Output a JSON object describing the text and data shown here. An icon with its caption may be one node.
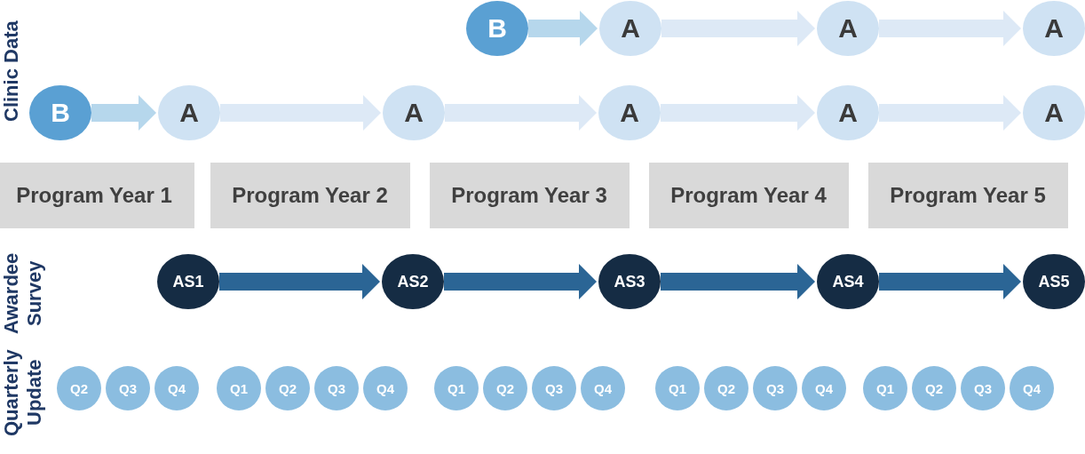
{
  "diagram": {
    "nodes": [
      {
        "text": [
          "B"
        ]
      },
      {
        "text": [
          "A"
        ]
      },
      {
        "text": [
          "A"
        ]
      },
      {
        "text": [
          "A"
        ]
      },
      {
        "text": [
          "B"
        ]
      },
      {
        "text": [
          "A"
        ]
      },
      {
        "text": [
          "A"
        ]
      },
      {
        "text": [
          "A"
        ]
      },
      {
        "text": [
          "A"
        ]
      },
      {
        "text": [
          "A"
        ]
      },
      {
        "text": [
          "Program Year 1"
        ]
      },
      {
        "text": [
          "Program Year 2"
        ]
      },
      {
        "text": [
          "Program Year 3"
        ]
      },
      {
        "text": [
          "Program Year 4"
        ]
      },
      {
        "text": [
          "Program Year 5"
        ]
      },
      {
        "text": [
          "AS1"
        ]
      },
      {
        "text": [
          "AS2"
        ]
      },
      {
        "text": [
          "AS3"
        ]
      },
      {
        "text": [
          "AS4"
        ]
      },
      {
        "text": [
          "AS5"
        ]
      },
      {
        "text": [
          "Q2"
        ]
      },
      {
        "text": [
          "Q3"
        ]
      },
      {
        "text": [
          "Q4"
        ]
      },
      {
        "text": [
          "Q1"
        ]
      },
      {
        "text": [
          "Q2"
        ]
      },
      {
        "text": [
          "Q3"
        ]
      },
      {
        "text": [
          "Q4"
        ]
      },
      {
        "text": [
          "Q1"
        ]
      },
      {
        "text": [
          "Q2"
        ]
      },
      {
        "text": [
          "Q3"
        ]
      },
      {
        "text": [
          "Q4"
        ]
      },
      {
        "text": [
          "Q1"
        ]
      },
      {
        "text": [
          "Q2"
        ]
      },
      {
        "text": [
          "Q3"
        ]
      },
      {
        "text": [
          "Q4"
        ]
      },
      {
        "text": [
          "Q1"
        ]
      },
      {
        "text": [
          "Q2"
        ]
      },
      {
        "text": [
          "Q3"
        ]
      },
      {
        "text": [
          "Q4"
        ]
      }
    ],
    "edges": [
      {
        "from": 0,
        "to": 1,
        "arrow": "to",
        "color": "#b6d7ec"
      },
      {
        "from": 1,
        "to": 2,
        "arrow": "to"
      },
      {
        "from": 2,
        "to": 3,
        "arrow": "to"
      },
      {
        "from": 4,
        "to": 5,
        "arrow": "to",
        "color": "#b6d7ec"
      },
      {
        "from": 5,
        "to": 6,
        "arrow": "to"
      },
      {
        "from": 6,
        "to": 7,
        "arrow": "to"
      },
      {
        "from": 7,
        "to": 8,
        "arrow": "to"
      },
      {
        "from": 8,
        "to": 9,
        "arrow": "to"
      },
      {
        "from": 15,
        "to": 16,
        "arrow": "to",
        "color": "#2b6595"
      },
      {
        "from": 16,
        "to": 17,
        "arrow": "to",
        "color": "#2b6595"
      },
      {
        "from": 17,
        "to": 18,
        "arrow": "to",
        "color": "#2b6595"
      },
      {
        "from": 18,
        "to": 19,
        "arrow": "to",
        "color": "#2b6595"
      }
    ],
    "labels": [
      "Clinic Data",
      "Awardee Survey",
      "Quarterly Update"
    ]
  }
}
